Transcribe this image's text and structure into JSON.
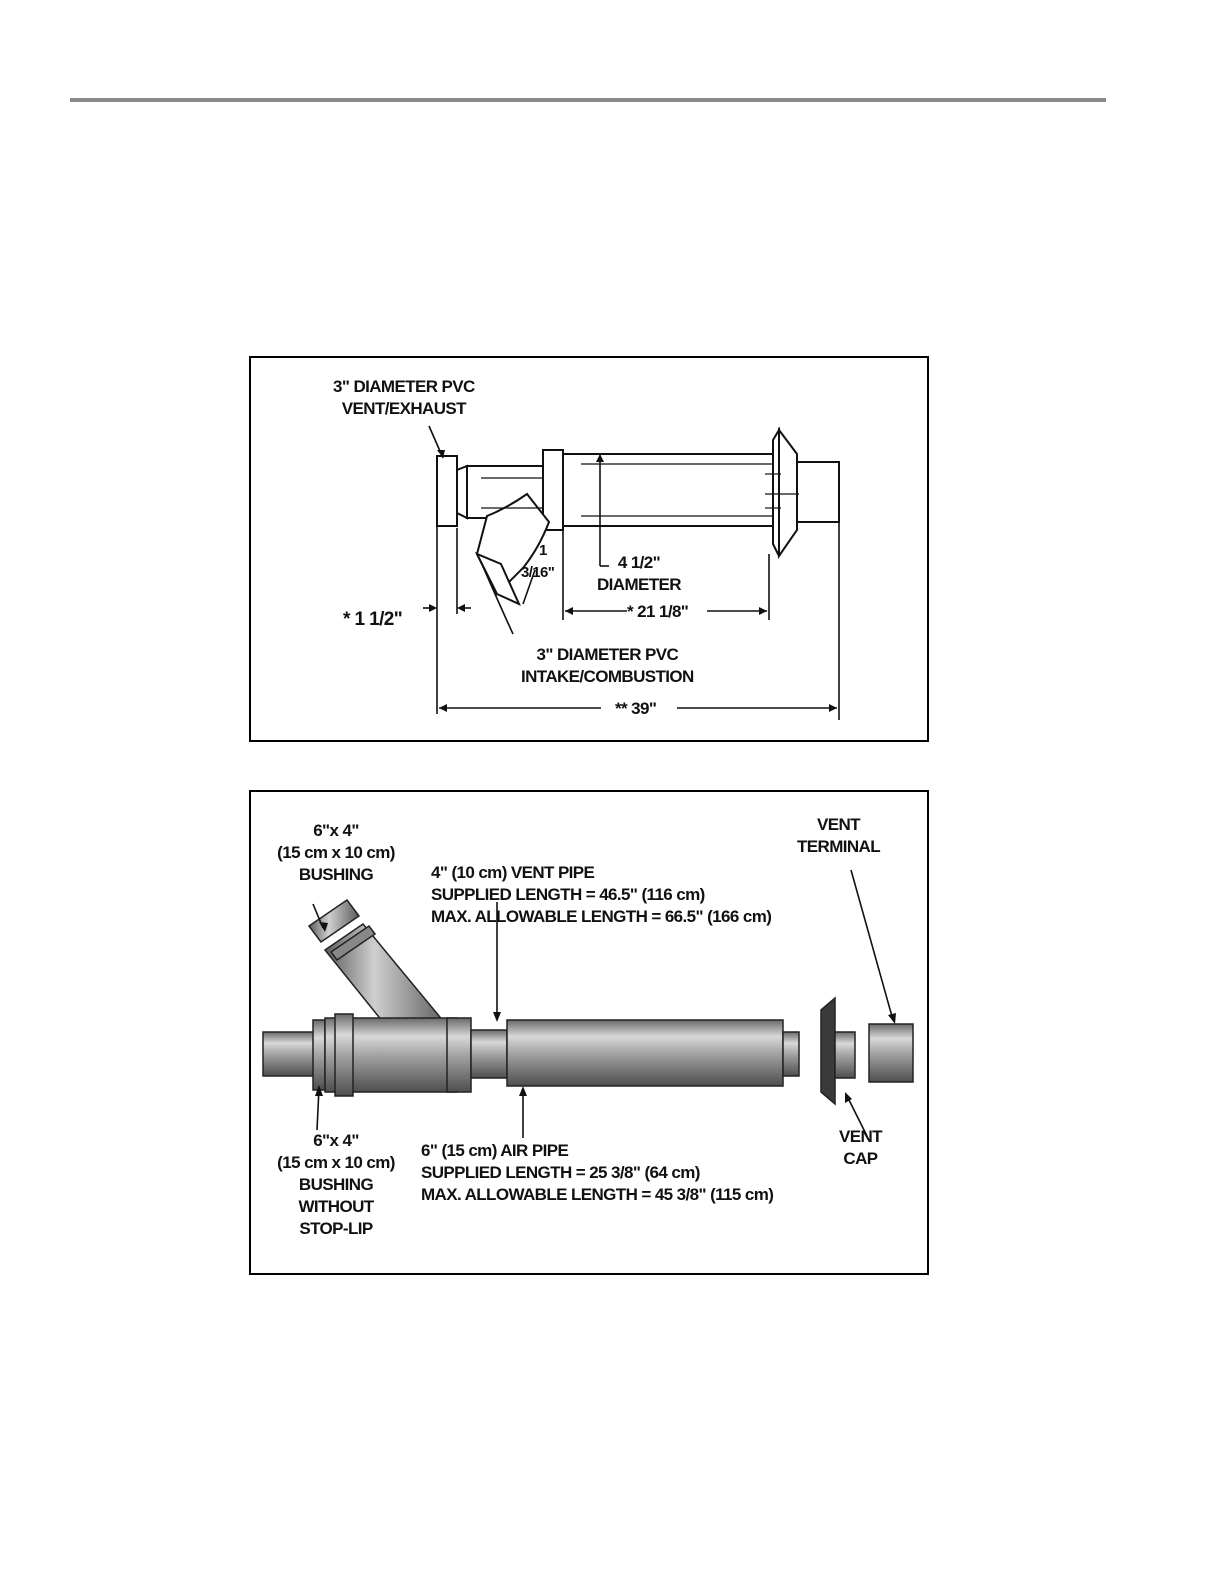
{
  "figure_top": {
    "labels": {
      "vent_exhaust": "3\" DIAMETER PVC\nVENT/EXHAUST",
      "one_and_half": "* 1 1/2\"",
      "one_3_16_a": "1",
      "one_3_16_b": "3/16\"",
      "diameter": "4 1/2\"\nDIAMETER",
      "length_21": "* 21 1/8\"",
      "intake": "3\" DIAMETER PVC\nINTAKE/COMBUSTION",
      "length_39": "** 39\""
    }
  },
  "figure_bottom": {
    "labels": {
      "bushing": "6\"x 4\"\n(15 cm x 10 cm)\nBUSHING",
      "vent_pipe": "4\" (10 cm) VENT PIPE\nSUPPLIED LENGTH = 46.5\" (116 cm)\nMAX. ALLOWABLE LENGTH = 66.5\" (166 cm)",
      "vent_terminal": "VENT\nTERMINAL",
      "bushing_no_lip": "6\"x 4\"\n(15 cm x 10 cm)\nBUSHING\nWITHOUT\nSTOP-LIP",
      "air_pipe": "6\" (15 cm) AIR PIPE\nSUPPLIED LENGTH = 25 3/8\" (64 cm)\nMAX. ALLOWABLE LENGTH = 45 3/8\" (115 cm)",
      "vent_cap": "VENT\nCAP"
    }
  }
}
